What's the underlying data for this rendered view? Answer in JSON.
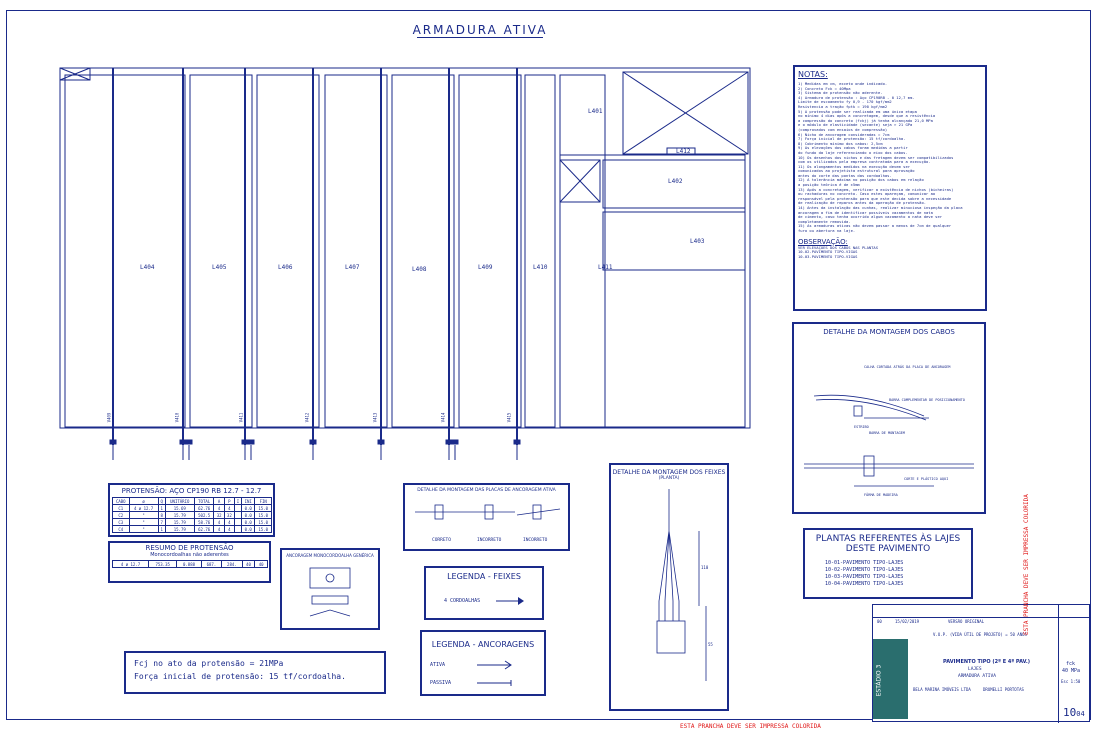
{
  "title": "ARMADURA ATIVA",
  "slabs": [
    {
      "id": "L404",
      "label": "L404"
    },
    {
      "id": "L405",
      "label": "L405"
    },
    {
      "id": "L406",
      "label": "L406"
    },
    {
      "id": "L407",
      "label": "L407"
    },
    {
      "id": "L408",
      "label": "L408"
    },
    {
      "id": "L409",
      "label": "L409"
    },
    {
      "id": "L410",
      "label": "L410"
    },
    {
      "id": "L411",
      "label": "L411"
    },
    {
      "id": "L401",
      "label": "L401"
    },
    {
      "id": "L412",
      "label": "L412"
    },
    {
      "id": "L402",
      "label": "L402"
    },
    {
      "id": "L403",
      "label": "L403"
    }
  ],
  "beams": [
    "V409",
    "V410",
    "V411",
    "V412",
    "V413",
    "V414",
    "V415"
  ],
  "notes": {
    "title": "NOTAS:",
    "items": [
      "1) Medidas em cm, exceto onde indicado.",
      "2) Concreto Fck = 40Mpa",
      "3) Sistema de protensão não aderente.",
      "4) Armadura de protensão : Aço CP190RB - 0 12,7 mm.",
      "   Limite de escoamento fy 0,9 - 170 kgf/mm2",
      "   Resistencia a tração fptk = 190 kgf/mm2",
      "5) A protensão pode ser realizada em uma única etapa",
      "   no mínimo 4 dias após a concretagem, desde que a resistência",
      "   a compressão do concreto (fckj) já tenha alcançado 21,0 MPa",
      "   e o módulo de elasticidade (secante) seja > 21 GPa",
      "   (comprovados com ensaios de compressão)",
      "6) Nicho de ancoragem consideradas = 7cm",
      "7) Força inicial de protensão: 15 tf/cordoalha.",
      "8) Cobrimento mínimo dos cabos: 2,5cm",
      "9) As elevações dos cabos foram medidas a partir",
      "   do fundo da laje referenciando o eixo dos cabos.",
      "10) Os desenhos dos nichos e das fretagem devem ser compatibilizados",
      "    com os utilizados pela empresa contratada para a execução.",
      "11) Os alongamentos medidos na execução devem ser",
      "    comunicados ao projetista estrutural para aprovação",
      "    antes do corte das pontas das cordoalhas.",
      "12) A tolerância máxima no posição dos cabos em relação",
      "    a posição teórica é de ±5mm",
      "13) Após a concretagem, verificar a existência de nichos (bicheiras)",
      "    ou rachaduras no concreto. Caso estes apareçam, comunicar ao",
      "    responsável pela protensão para que este decida sobre a necessidade",
      "    de realização de reparos antes da operação de protensão.",
      "14) Antes da instalação das cunhas, realizar minuciosa inspeção da placa",
      "    ancoragem a fim de identificar possíveis vazamentos de nata",
      "    de cimento, caso tenha ocorrido algum vazamento a nata deve ser",
      "    completamente removida.",
      "15) As armaduras ativas não devem passar a menos de 7cm de qualquer",
      "    furo ou abertura na laje."
    ],
    "obs_title": "OBSERVAÇÃO:",
    "obs_items": [
      "VER ELEVAÇÕES DOS CABOS NAS PLANTAS",
      "10-02-PAVIMENTO TIPO-VIGAS",
      "10-03-PAVIMENTO TIPO-VIGAS"
    ]
  },
  "detail_cables": {
    "title": "DETALHE DA MONTAGEM DOS CABOS",
    "labels": [
      "CALHA CORTADA ATRÁS DA PLACA DE ANCORAGEM",
      "BARRA COMPLEMENTAR DE POSICIONAMENTO",
      "ESTRIBO",
      "BARRA DE MONTAGEM",
      "CORTE E PLÁSTICO AQUI",
      "FÔRMA DE MADEIRA"
    ]
  },
  "protension_table": {
    "title": "PROTENSÃO: AÇO  CP190 RB 12.7 - 12.7",
    "headers": [
      "CABO",
      "ø",
      "Q",
      "UNITÁRIO",
      "TOTAL",
      "A",
      "P",
      "I",
      "INI",
      "FIN"
    ],
    "rows": [
      [
        "C1",
        "4 ø 12.7",
        "1",
        "15.69",
        "62.76",
        "4",
        "4",
        "",
        "0.0",
        "15.0"
      ],
      [
        "C2",
        "\"",
        "8",
        "15.79",
        "502.5",
        "32",
        "32",
        "",
        "0.0",
        "15.0"
      ],
      [
        "C3",
        "\"",
        "7",
        "15.79",
        "58.76",
        "4",
        "4",
        "",
        "0.0",
        "15.0"
      ],
      [
        "C4",
        "\"",
        "1",
        "15.79",
        "62.76",
        "4",
        "4",
        "",
        "0.0",
        "15.0"
      ]
    ]
  },
  "summary_table": {
    "title": "RESUMO DE PROTENSÃO",
    "subtitle": "Monocordoalhas não aderentes",
    "row": [
      "4 ø 12.7",
      "753.35",
      "0.888",
      "687.",
      "284.",
      "40",
      "40"
    ]
  },
  "anchor_detail": {
    "title": "DETALHE DA MONTAGEM DAS PLACAS DE ANCORAGEM ATIVA",
    "labels": [
      "CORRETO",
      "INCORRETO",
      "INCORRETO"
    ]
  },
  "anchor_generic": {
    "title": "ANCORAGEM MONOCORDOALHA GENÉRICA"
  },
  "bundle_detail": {
    "title": "DETALHE DA MONTAGEM DOS FEIXES",
    "subtitle": "(PLANTA)",
    "dims": [
      "110",
      "55"
    ]
  },
  "legend_feixes": {
    "title": "LEGENDA - FEIXES",
    "item": "4 CORDOALHAS"
  },
  "legend_anchor": {
    "title": "LEGENDA - ANCORAGENS",
    "active": "ATIVA",
    "passive": "PASSIVA"
  },
  "fcj": {
    "line1": "Fcj no ato da protensão = 21MPa",
    "line2": "Força inicial de protensão: 15 tf/cordoalha."
  },
  "refs": {
    "title1": "PLANTAS REFERENTES ÀS LAJES",
    "title2": "DESTE PAVIMENTO",
    "items": [
      "10-01-PAVIMENTO TIPO-LAJES",
      "10-02-PAVIMENTO TIPO-LAJES",
      "10-03-PAVIMENTO TIPO-LAJES",
      "10-04-PAVIMENTO TIPO-LAJES"
    ]
  },
  "titleblock": {
    "rev": "00",
    "date": "15/02/2019",
    "desc": "VERSÃO ORIGINAL",
    "project": "V.U.P. (VIDA ÚTIL DE PROJETO) = 50 ANOS",
    "sheet_title": "PAVIMENTO TIPO (2º E 4º PAV.)",
    "sheet_sub1": "LAJES",
    "sheet_sub2": "ARMADURA ATIVA",
    "owner": "BELA MARINA IMÓVEIS LTDA",
    "designer": "DRUMELLI PORTOTAS",
    "fck_label": "fck",
    "fck": "40 MPa",
    "scale": "Esc 1:50",
    "sheet_code": "10.04",
    "number": "10",
    "sub": "04",
    "company": "ESTÁDIO 3",
    "footer_warning": "ESTA PRANCHA DEVE SER IMPRESSA COLORIDA"
  },
  "side_warning": "ESTA PRANCHA DEVE SER IMPRESSA COLORIDA"
}
